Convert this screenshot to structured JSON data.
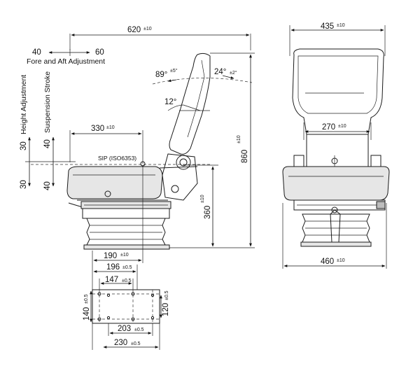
{
  "dims": {
    "d620": "620",
    "d620_tol": "±10",
    "d435": "435",
    "d435_tol": "±10",
    "fore": "40",
    "aft": "60",
    "fore_aft_label": "Fore and Aft Adjustment",
    "height_adj_label": "Height Adjustment",
    "susp_label": "Suspension Stroke",
    "h30_up": "30",
    "h30_down": "30",
    "s40_up": "40",
    "s40_down": "40",
    "a89": "89°",
    "a89_tol": "±5°",
    "a24": "24°",
    "a24_tol": "±2°",
    "a12": "12°",
    "d330": "330",
    "d330_tol": "±10",
    "d270": "270",
    "d270_tol": "±10",
    "sip": "SIP (ISO6353)",
    "d860": "860",
    "d860_tol": "±10",
    "d360": "360",
    "d360_tol": "±10",
    "d190": "190",
    "d190_tol": "±10",
    "d196": "196",
    "d196_tol": "±0.5",
    "d147": "147",
    "d147_tol": "±0.5",
    "d140": "140",
    "d140_tol": "±0.5",
    "d120": "120",
    "d120_tol": "±0.5",
    "d203": "203",
    "d203_tol": "±0.5",
    "d230": "230",
    "d230_tol": "±0.5",
    "d460": "460",
    "d460_tol": "±10"
  }
}
